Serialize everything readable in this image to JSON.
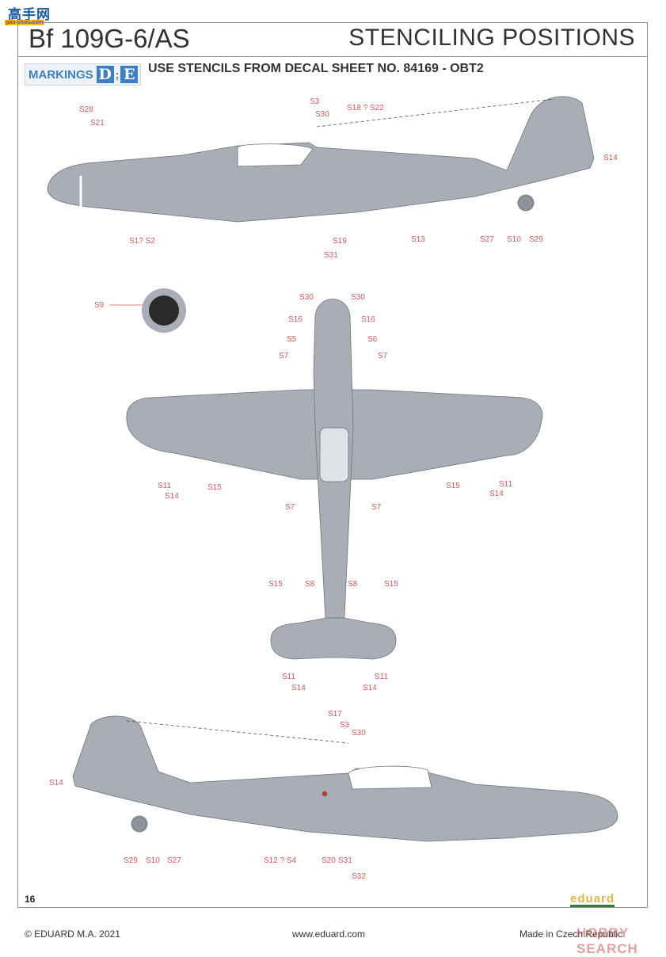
{
  "watermark": {
    "site_cn": "高手网",
    "site_url": "gao-shou.com",
    "bottom": "HOBBY SEARCH"
  },
  "header": {
    "model_title": "Bf 109G-6/AS",
    "section_title": "STENCILING POSITIONS"
  },
  "markings": {
    "label": "MARKINGS",
    "letters": [
      "D",
      "E"
    ],
    "separator": ";",
    "instruction": "USE STENCILS FROM DECAL SHEET NO. 84169 - OBT2"
  },
  "views": {
    "left_side": {
      "labels": [
        "S28",
        "S21",
        "S3",
        "S30",
        "S18 ? S22",
        "S14",
        "S1? S2",
        "S19",
        "S31",
        "S13",
        "S27",
        "S10",
        "S29"
      ]
    },
    "detail": {
      "labels": [
        "S9"
      ]
    },
    "top_view": {
      "labels": [
        "S30",
        "S30",
        "S16",
        "S16",
        "S5",
        "S6",
        "S7",
        "S7",
        "S11",
        "S14",
        "S15",
        "S7",
        "S7",
        "S15",
        "S11",
        "S14",
        "S15",
        "S8",
        "S8",
        "S15",
        "S11",
        "S14",
        "S14",
        "S11"
      ]
    },
    "right_side": {
      "labels": [
        "S17",
        "S3",
        "S30",
        "S14",
        "S29",
        "S10",
        "S27",
        "S12 ? S4",
        "S20",
        "S31",
        "S32"
      ]
    }
  },
  "footer": {
    "page_number": "16",
    "copyright": "© EDUARD  M.A. 2021",
    "website": "www.eduard.com",
    "origin": "Made in Czech Republic",
    "brand_logo": "eduard"
  },
  "colors": {
    "stencil_label": "#d35b5b",
    "airframe": "#a9adb5",
    "marking_blue": "#3d7fc2"
  }
}
